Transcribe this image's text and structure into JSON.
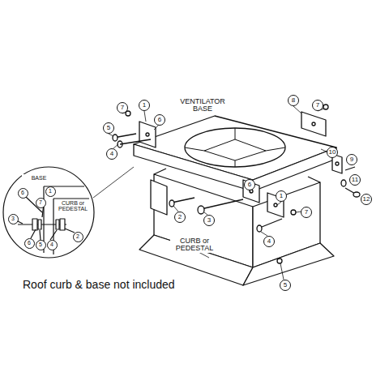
{
  "diagram": {
    "caption": "Roof curb & base not included",
    "labels": [
      "VENTILATOR BASE",
      "7",
      "1",
      "6",
      "5",
      "4",
      "8",
      "7",
      "10",
      "9",
      "11",
      "12",
      "6",
      "2",
      "3",
      "1",
      "7",
      "4",
      "5",
      "CURB or PEDESTAL",
      "BASE",
      "1",
      "6",
      "7",
      "CURB or PEDESTAL",
      "3",
      "6",
      "5",
      "4",
      "2"
    ]
  }
}
